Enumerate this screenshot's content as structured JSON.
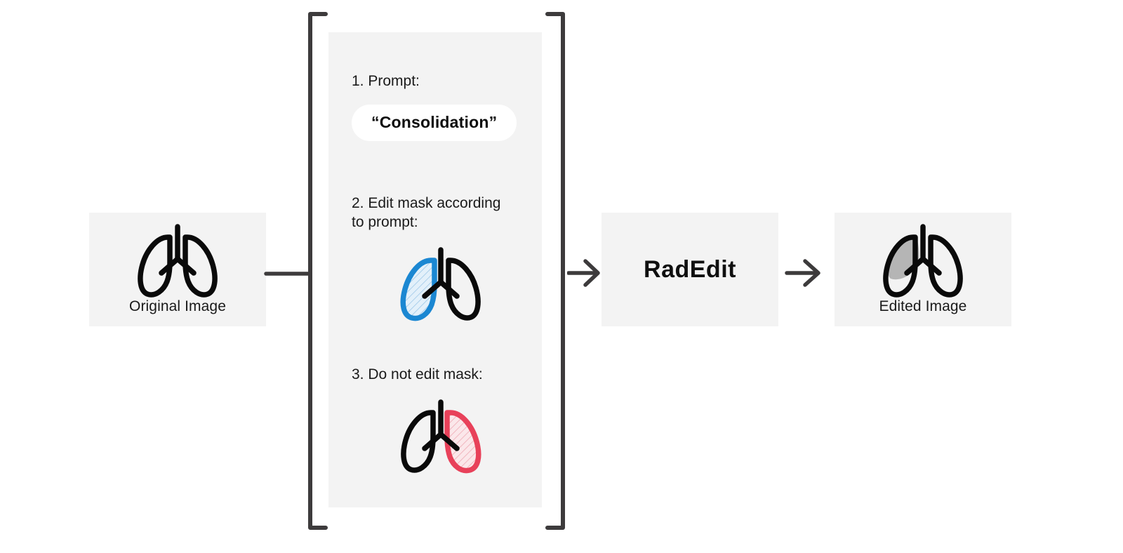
{
  "diagram": {
    "title": "RadEdit pipeline",
    "colors": {
      "panel_bg": "#f3f3f3",
      "page_bg": "#ffffff",
      "ink": "#111111",
      "bracket": "#3d3b3c",
      "arrow": "#3d3b3c",
      "edit_mask_stroke": "#1b87d2",
      "edit_mask_fill": "#cfe4f5",
      "keep_mask_stroke": "#e8415a",
      "keep_mask_fill": "#f7d4d9",
      "consolidation_gray": "#b5b5b5",
      "pill_bg": "#ffffff"
    }
  },
  "input": {
    "label": "Original Image",
    "icon": "lungs-icon"
  },
  "steps": {
    "panel_name": "edit-instructions-panel",
    "items": [
      {
        "id": "step-1",
        "text": "1. Prompt:",
        "prompt_value": "“Consolidation”",
        "icon": null
      },
      {
        "id": "step-2",
        "text": "2. Edit mask according\n    to prompt:",
        "prompt_value": null,
        "icon": "lungs-edit-mask-icon"
      },
      {
        "id": "step-3",
        "text": "3. Do not edit mask:",
        "prompt_value": null,
        "icon": "lungs-keep-mask-icon"
      }
    ]
  },
  "model": {
    "label": "RadEdit"
  },
  "output": {
    "label": "Edited Image",
    "icon": "lungs-consolidation-icon"
  },
  "connectors": {
    "input_to_bracket": "line-connector",
    "bracket_to_model": "arrow-right-icon",
    "model_to_output": "arrow-right-icon"
  }
}
